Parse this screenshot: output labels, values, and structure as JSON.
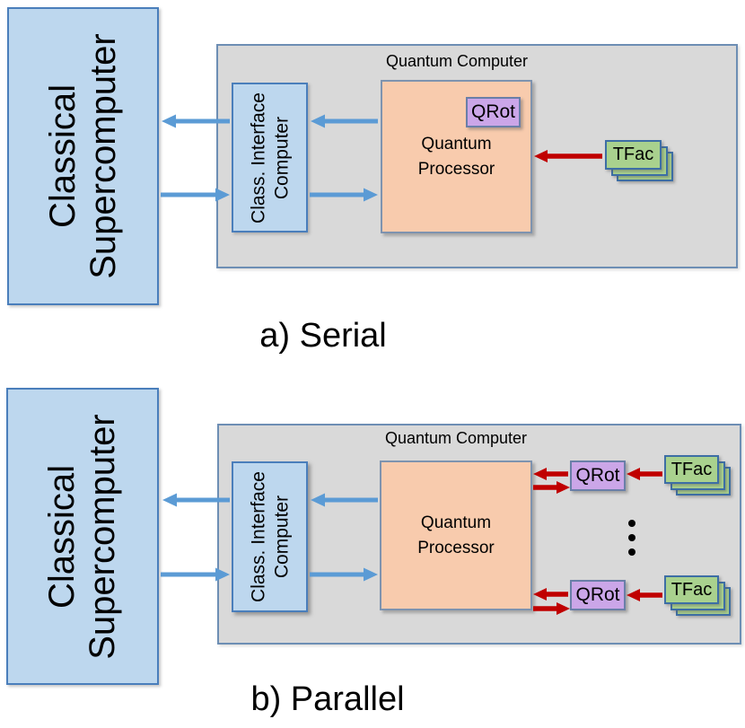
{
  "colors": {
    "light_blue_fill": "#BDD7EE",
    "blue_border": "#4A7EBB",
    "panel_gray_fill": "#D9D9D9",
    "panel_border": "#6D8EB4",
    "processor_orange_fill": "#F8CBAD",
    "qrot_purple_fill": "#CBA6E8",
    "tfac_green_fill": "#A9D18E",
    "tfac_border": "#3D6EA5",
    "blue_arrow": "#5B9BD5",
    "red_arrow": "#C00000",
    "text": "#000000"
  },
  "serial": {
    "caption": "a) Serial",
    "supercomputer_label": "Classical Supercomputer",
    "quantum_computer_label": "Quantum Computer",
    "interface_label": "Class. Interface Computer",
    "processor_label": "Quantum Processor",
    "qrot_label": "QRot",
    "tfac_label": "TFac"
  },
  "parallel": {
    "caption": "b) Parallel",
    "supercomputer_label": "Classical Supercomputer",
    "quantum_computer_label": "Quantum Computer",
    "interface_label": "Class. Interface Computer",
    "processor_label": "Quantum Processor",
    "qrot_top_label": "QRot",
    "qrot_bottom_label": "QRot",
    "tfac_top_label": "TFac",
    "tfac_bottom_label": "TFac",
    "ellipsis_icon": "vertical-dots"
  }
}
